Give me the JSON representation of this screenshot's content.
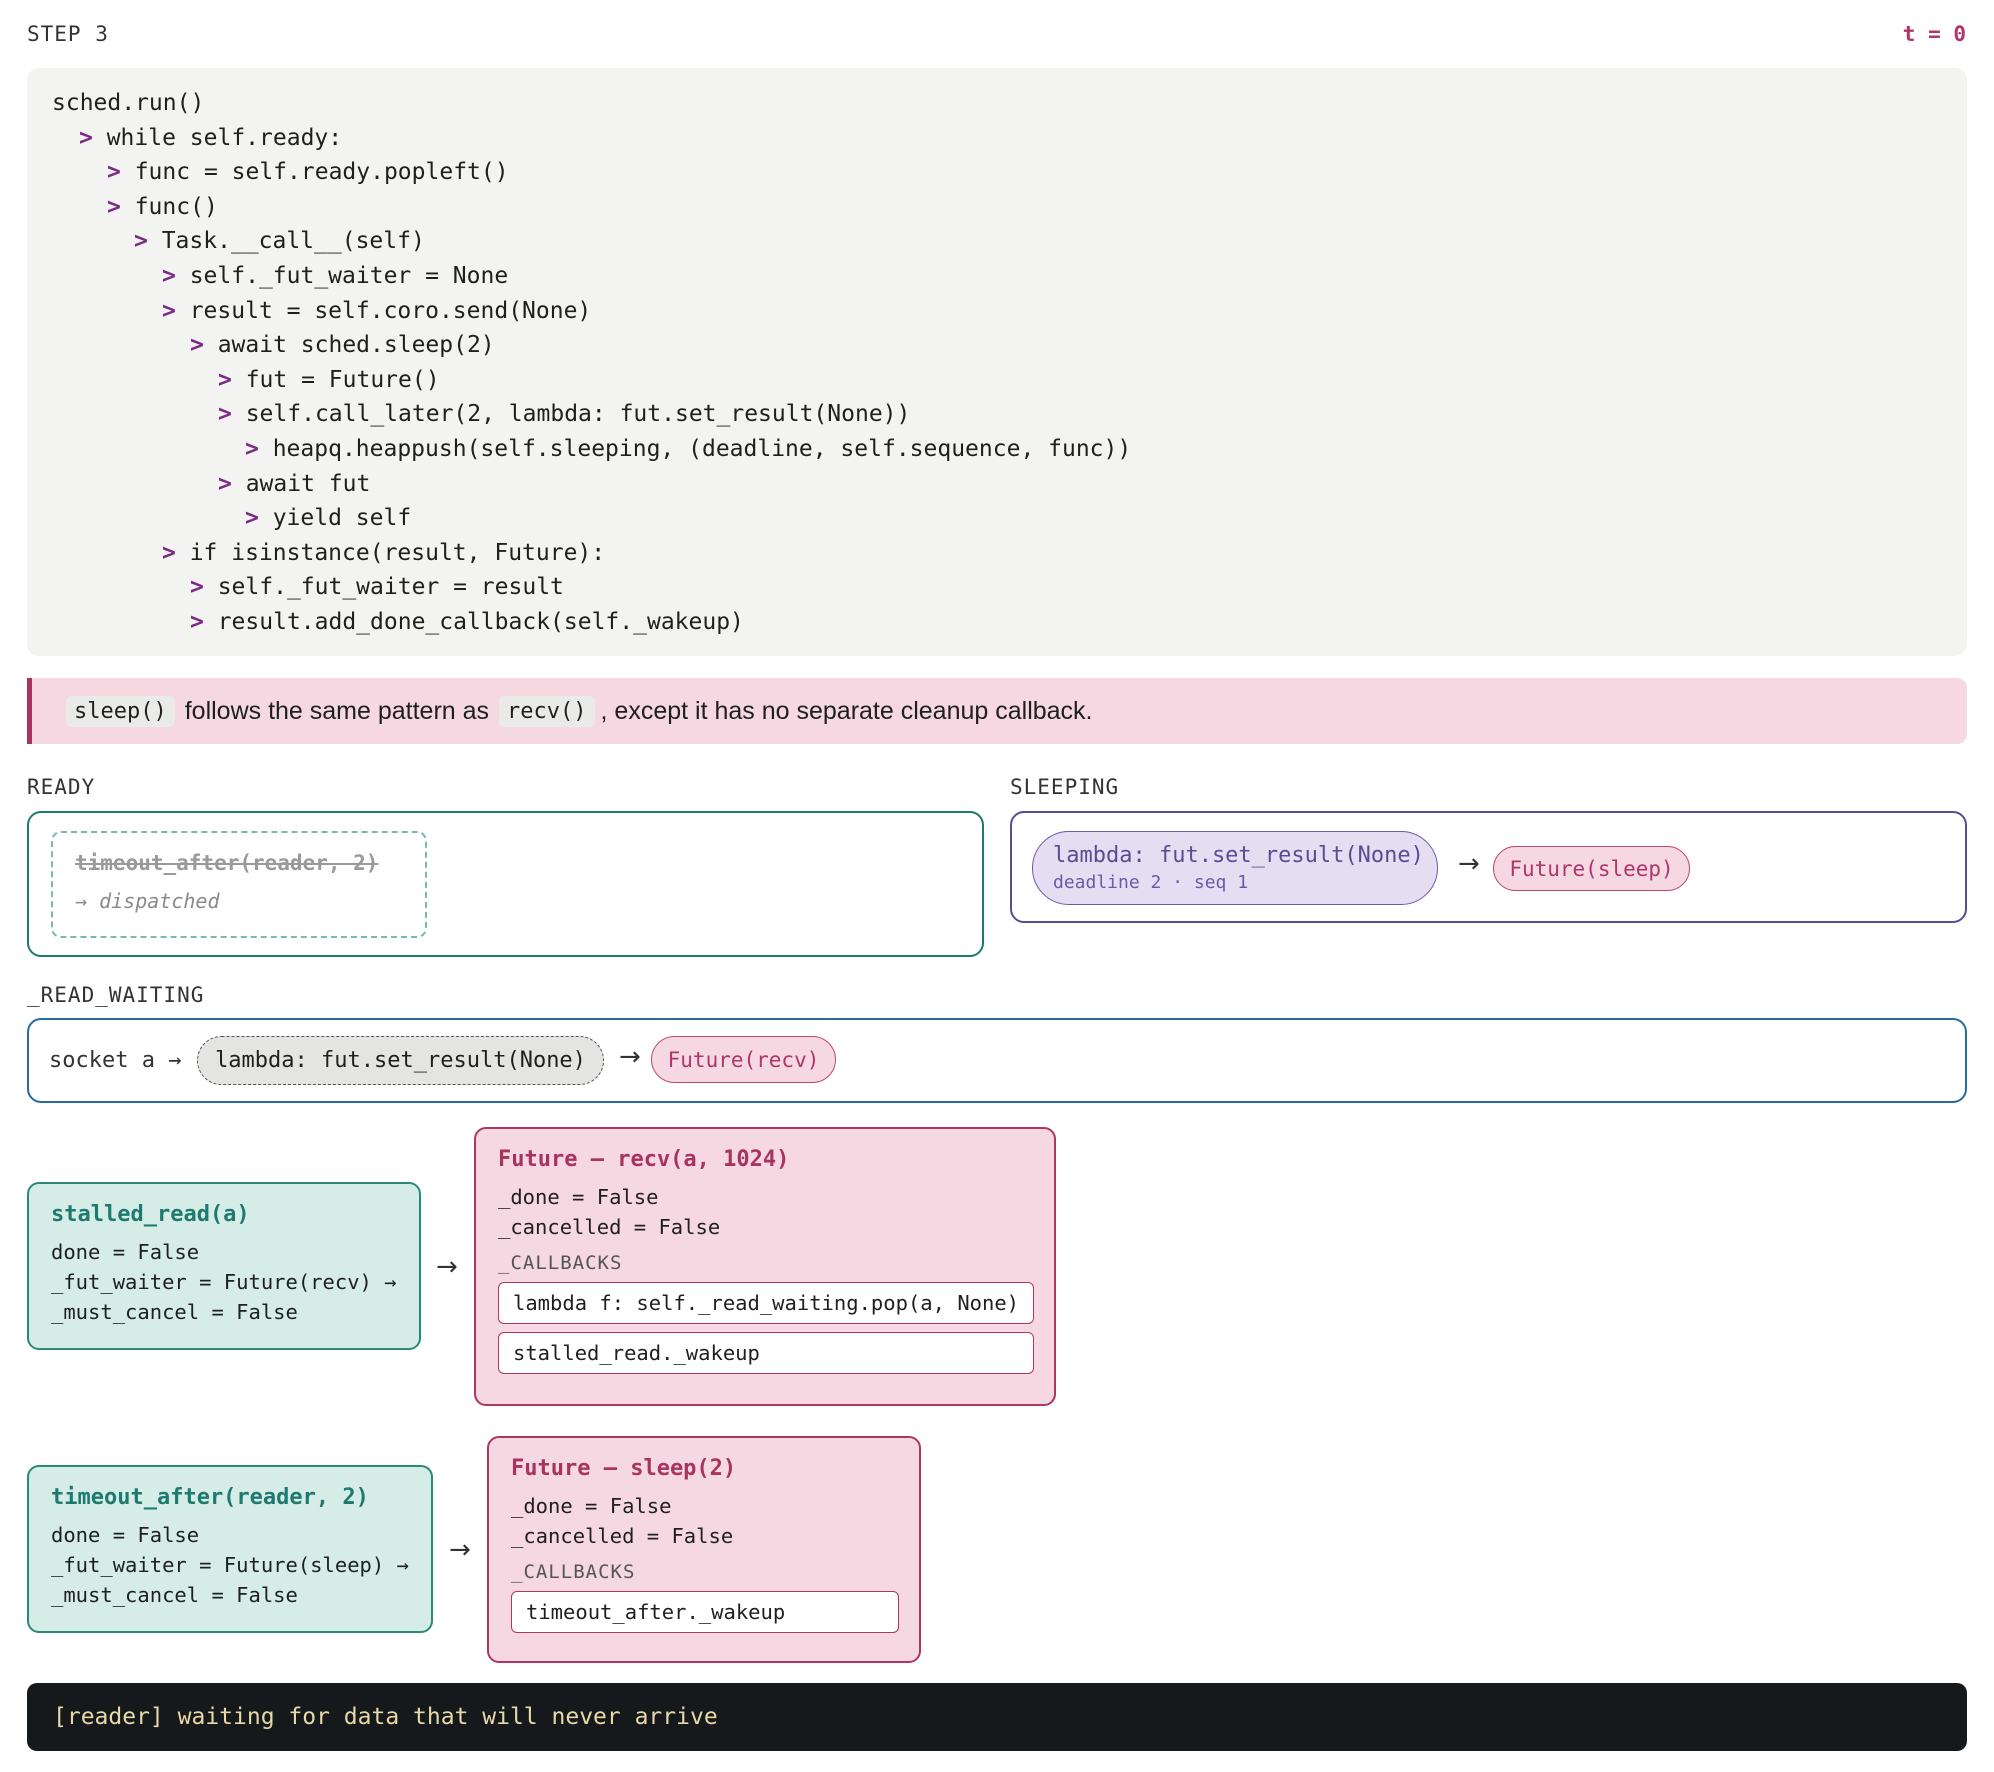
{
  "header": {
    "step": "STEP 3",
    "time": "t = 0"
  },
  "code": {
    "lines": [
      {
        "prefix": "",
        "text": "sched.run()"
      },
      {
        "prefix": "> ",
        "text": "while self.ready:"
      },
      {
        "prefix": "> ",
        "text": "func = self.ready.popleft()"
      },
      {
        "prefix": "> ",
        "text": "func()"
      },
      {
        "prefix": "> ",
        "text": "Task.__call__(self)"
      },
      {
        "prefix": "> ",
        "text": "self._fut_waiter = None"
      },
      {
        "prefix": "> ",
        "text": "result = self.coro.send(None)"
      },
      {
        "prefix": "> ",
        "text": "await sched.sleep(2)"
      },
      {
        "prefix": "> ",
        "text": "fut = Future()"
      },
      {
        "prefix": "> ",
        "text": "self.call_later(2, lambda: fut.set_result(None))"
      },
      {
        "prefix": "> ",
        "text": "heapq.heappush(self.sleeping, (deadline, self.sequence, func))"
      },
      {
        "prefix": "> ",
        "text": "await fut"
      },
      {
        "prefix": "> ",
        "text": "yield self"
      },
      {
        "prefix": "> ",
        "text": "if isinstance(result, Future):"
      },
      {
        "prefix": "> ",
        "text": "self._fut_waiter = result"
      },
      {
        "prefix": "> ",
        "text": "result.add_done_callback(self._wakeup)"
      }
    ]
  },
  "note": {
    "code1": "sleep()",
    "text1": "follows the same pattern as",
    "code2": "recv()",
    "text2": ", except it has no separate cleanup callback."
  },
  "ready": {
    "label": "READY",
    "item": "timeout_after(reader, 2)",
    "item_note": "→ dispatched"
  },
  "sleeping": {
    "label": "SLEEPING",
    "callback": "lambda: fut.set_result(None)",
    "meta": "deadline 2 · seq 1",
    "arrow": "→",
    "future": "Future(sleep)"
  },
  "read_waiting": {
    "label": "_READ_WAITING",
    "socket": "socket a →",
    "callback": "lambda: fut.set_result(None)",
    "arrow": "→",
    "future": "Future(recv)"
  },
  "tasks": [
    {
      "title": "stalled_read(a)",
      "lines": [
        "done = False",
        "_fut_waiter = Future(recv) →",
        "_must_cancel = False"
      ],
      "arrow": "→",
      "future": {
        "title": "Future — recv(a, 1024)",
        "lines": [
          "_done = False",
          "_cancelled = False"
        ],
        "callbacks_label": "_CALLBACKS",
        "callbacks": [
          "lambda f: self._read_waiting.pop(a, None)",
          "stalled_read._wakeup"
        ]
      }
    },
    {
      "title": "timeout_after(reader, 2)",
      "lines": [
        "done = False",
        "_fut_waiter = Future(sleep) →",
        "_must_cancel = False"
      ],
      "arrow": "→",
      "future": {
        "title": "Future — sleep(2)",
        "lines": [
          "_done = False",
          "_cancelled = False"
        ],
        "callbacks_label": "_CALLBACKS",
        "callbacks": [
          "timeout_after._wakeup"
        ]
      }
    }
  ],
  "terminal": {
    "output": "[reader] waiting for data that will never arrive"
  }
}
